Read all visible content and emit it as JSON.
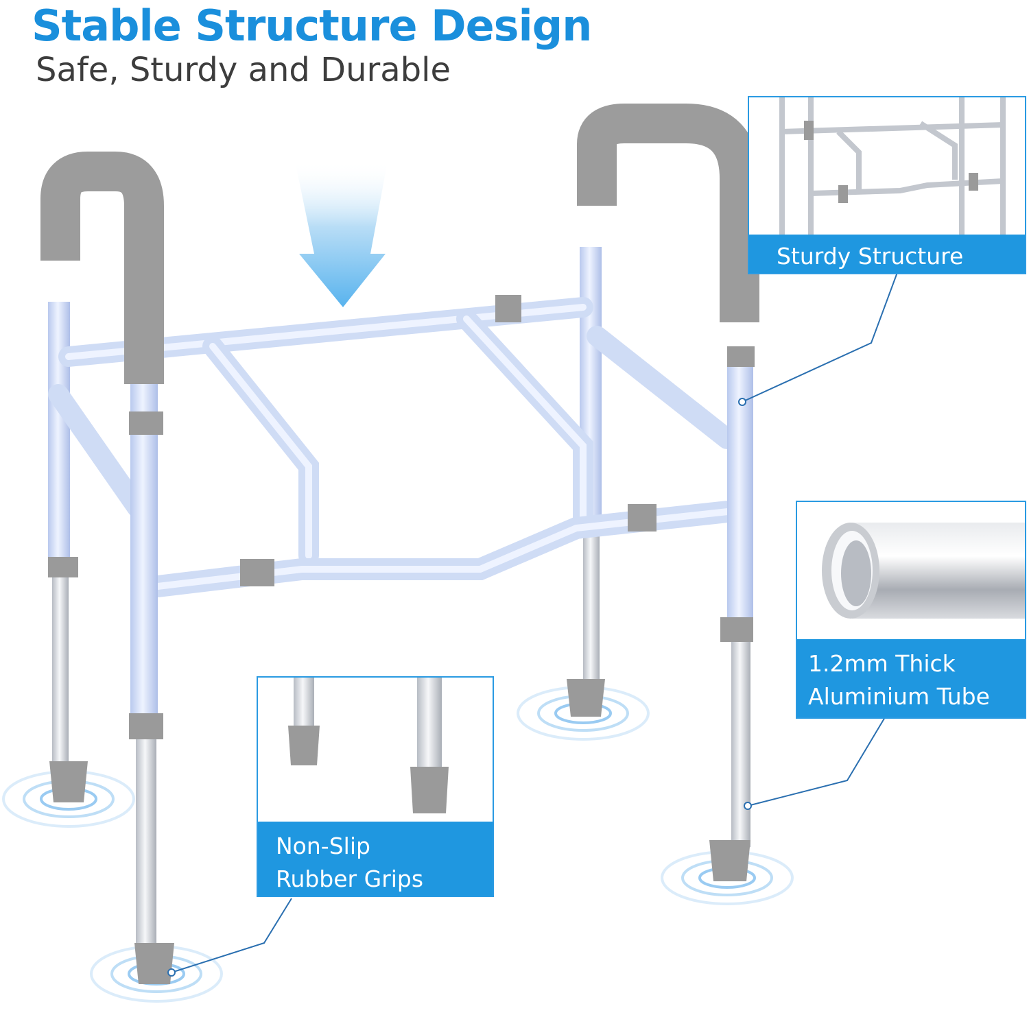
{
  "header": {
    "title": "Stable Structure Design",
    "subtitle": "Safe, Sturdy and Durable"
  },
  "callouts": {
    "sturdy_structure": "Sturdy Structure",
    "tube_line1": "1.2mm Thick",
    "tube_line2": "Aluminium Tube",
    "grips_line1": "Non-Slip",
    "grips_line2": "Rubber Grips"
  },
  "colors": {
    "accent_blue": "#1f97e0",
    "headline_blue": "#1a8fdc",
    "subtitle_gray": "#3d3d3d",
    "armrest_gray": "#9c9c9c",
    "frame_blue": "#cfdcf5"
  },
  "icons": {
    "down_arrow": "down-arrow-icon",
    "ripple": "floor-ripple-icon"
  }
}
